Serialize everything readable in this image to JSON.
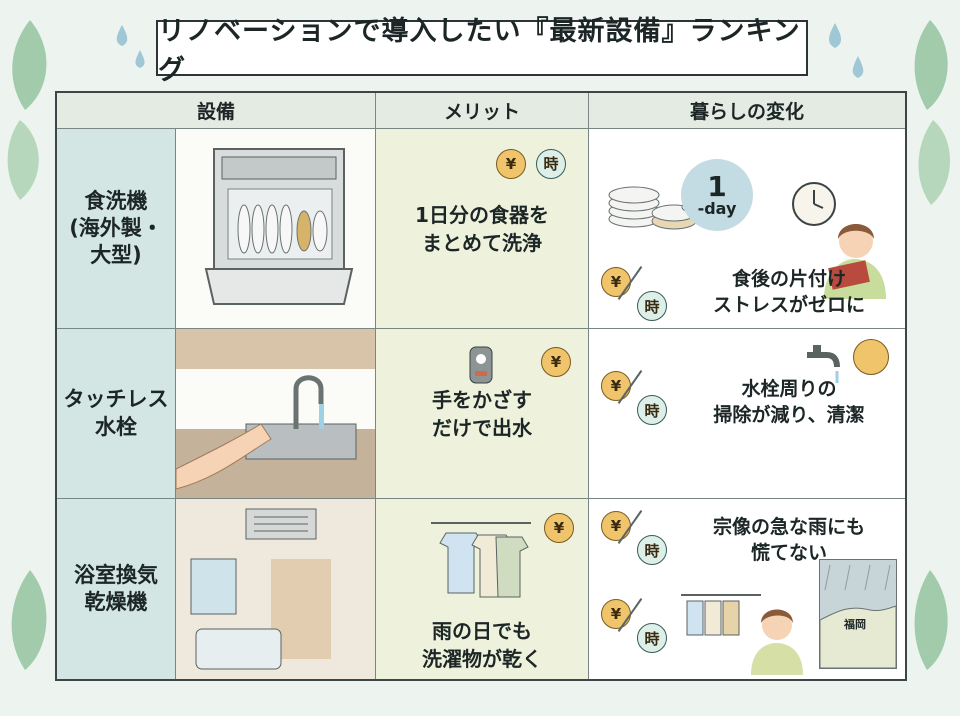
{
  "title": "リノベーションで導入したい『最新設備』ランキング",
  "headers": {
    "equipment": "設備",
    "merit": "メリット",
    "change": "暮らしの変化"
  },
  "icons": {
    "yen": "¥",
    "time": "時"
  },
  "rows": [
    {
      "name_line1": "食洗機",
      "name_line2": "(海外製・",
      "name_line3": "大型)",
      "merit_line1": "1日分の食器を",
      "merit_line2": "まとめて洗浄",
      "badge_top": "1",
      "badge_bottom": "-day",
      "change_line1": "食後の片付け",
      "change_line2": "ストレスがゼロに"
    },
    {
      "name_line1": "タッチレス",
      "name_line2": "水栓",
      "merit_line1": "手をかざす",
      "merit_line2": "だけで出水",
      "change_line1": "水栓周りの",
      "change_line2": "掃除が減り、清潔"
    },
    {
      "name_line1": "浴室換気",
      "name_line2": "乾燥機",
      "merit_line1": "雨の日でも",
      "merit_line2": "洗濯物が乾く",
      "change_line1": "宗像の急な雨にも",
      "change_line2": "慌てない",
      "map_label": "福岡"
    }
  ]
}
